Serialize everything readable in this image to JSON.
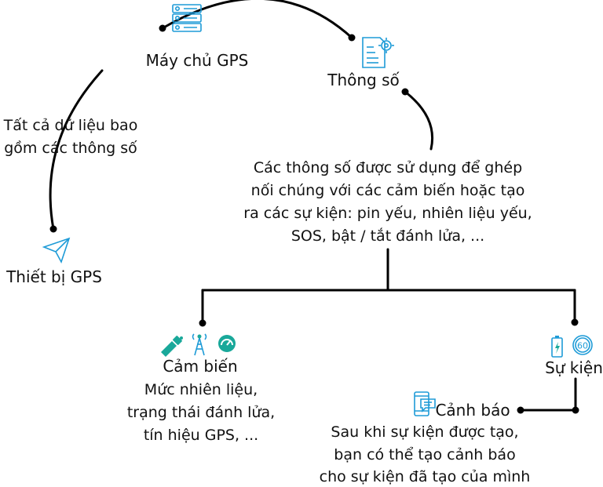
{
  "nodes": {
    "server": {
      "label": "Máy chủ GPS",
      "icon": "server-icon"
    },
    "params": {
      "label": "Thông số",
      "icon": "settings-document-icon"
    },
    "device": {
      "label": "Thiết bị GPS",
      "icon": "send-icon"
    },
    "sensors": {
      "label": "Cảm biến",
      "icons": [
        "fuel-nozzle-icon",
        "antenna-icon",
        "gauge-icon"
      ],
      "lines": [
        "Mức nhiên liệu,",
        "trạng thái đánh lửa,",
        "tín hiệu GPS, ..."
      ]
    },
    "events": {
      "label": "Sự kiện",
      "icons": [
        "battery-icon",
        "speed-limit-icon"
      ]
    },
    "alerts": {
      "label": "Cảnh báo",
      "icon": "chat-message-icon",
      "lines": [
        "Sau khi sự kiện được tạo,",
        "bạn có thể tạo cảnh báo",
        "cho sự kiện đã tạo của mình"
      ]
    }
  },
  "arc_label": [
    "Tất cả dữ liệu bao",
    "gồm các thông số"
  ],
  "params_description": [
    "Các thông số được sử dụng để ghép",
    "nối chúng  với các cảm biến hoặc tạo",
    "ra các sự kiện: pin yếu, nhiên liệu yếu,",
    "SOS, bật / tắt đánh lửa, ..."
  ],
  "colors": {
    "icon_blue": "#1e9bd7",
    "icon_green": "#19a89a",
    "line": "#000000"
  }
}
